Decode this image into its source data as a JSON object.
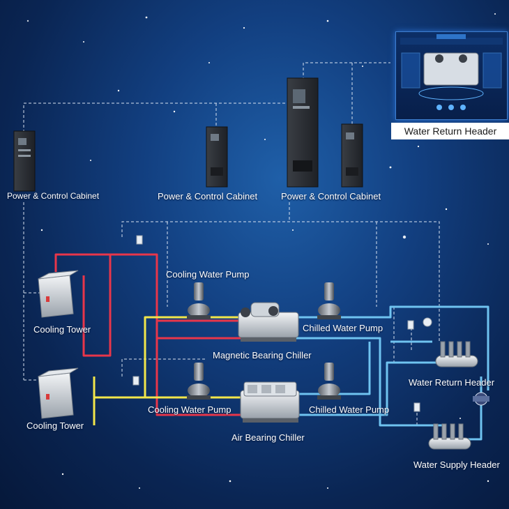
{
  "cabinets": [
    {
      "label": "Power & Control Cabinet"
    },
    {
      "label": "Power & Control Cabinet"
    },
    {
      "label": "Power & Control Cabinet"
    }
  ],
  "monitor": {
    "caption": "Water Return Header"
  },
  "cooling_towers": [
    {
      "label": "Cooling Tower"
    },
    {
      "label": "Cooling Tower"
    }
  ],
  "pumps": {
    "cooling_top": "Cooling Water Pump",
    "cooling_bottom": "Cooling Water Pump",
    "chilled_top": "Chilled Water Pump",
    "chilled_bottom": "Chilled Water Pump"
  },
  "chillers": {
    "magnetic": "Magnetic Bearing Chiller",
    "air": "Air Bearing Chiller"
  },
  "headers": {
    "return": "Water Return Header",
    "supply": "Water Supply Header"
  },
  "colors": {
    "hot_water": "#e8364a",
    "cooling_water": "#f2e64a",
    "chilled_water": "#6fc3f0",
    "control_line": "#d8e2f0"
  }
}
